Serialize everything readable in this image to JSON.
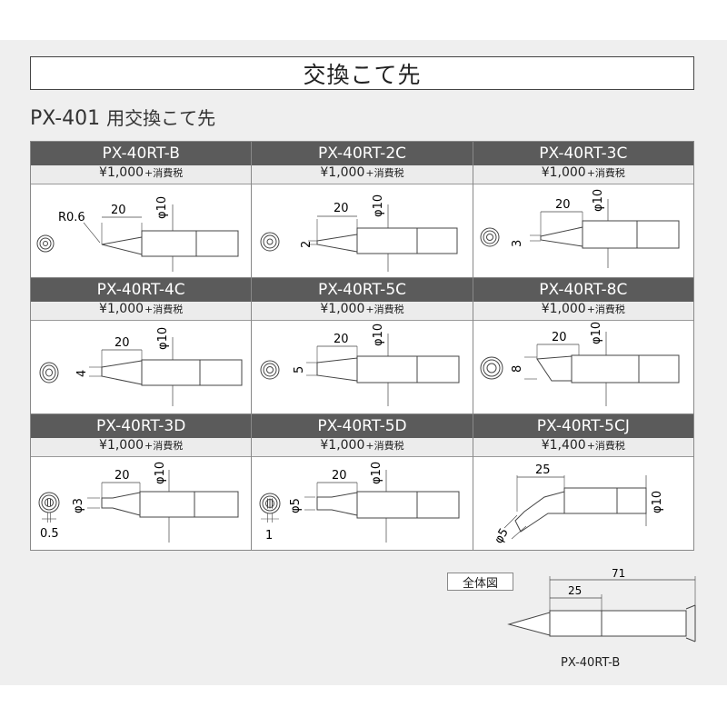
{
  "header": {
    "title": "交換こて先"
  },
  "subtitle": {
    "model": "PX-401",
    "text": "用交換こて先"
  },
  "tips": [
    {
      "name": "PX-40RT-B",
      "price": "¥1,000",
      "tax": "+消費税",
      "labels": [
        "R0.6",
        "20",
        "φ10"
      ],
      "size": ""
    },
    {
      "name": "PX-40RT-2C",
      "price": "¥1,000",
      "tax": "+消費税",
      "labels": [
        "20",
        "φ10"
      ],
      "size": "2"
    },
    {
      "name": "PX-40RT-3C",
      "price": "¥1,000",
      "tax": "+消費税",
      "labels": [
        "20",
        "φ10"
      ],
      "size": "3"
    },
    {
      "name": "PX-40RT-4C",
      "price": "¥1,000",
      "tax": "+消費税",
      "labels": [
        "20",
        "φ10"
      ],
      "size": "4"
    },
    {
      "name": "PX-40RT-5C",
      "price": "¥1,000",
      "tax": "+消費税",
      "labels": [
        "20",
        "φ10"
      ],
      "size": "5"
    },
    {
      "name": "PX-40RT-8C",
      "price": "¥1,000",
      "tax": "+消費税",
      "labels": [
        "20",
        "φ10"
      ],
      "size": "8"
    },
    {
      "name": "PX-40RT-3D",
      "price": "¥1,000",
      "tax": "+消費税",
      "labels": [
        "20",
        "φ10",
        "φ3"
      ],
      "size": "0.5"
    },
    {
      "name": "PX-40RT-5D",
      "price": "¥1,000",
      "tax": "+消費税",
      "labels": [
        "20",
        "φ10",
        "φ5"
      ],
      "size": "1"
    },
    {
      "name": "PX-40RT-5CJ",
      "price": "¥1,400",
      "tax": "+消費税",
      "labels": [
        "25",
        "φ10",
        "φ5"
      ],
      "size": ""
    }
  ],
  "overall": {
    "label": "全体図",
    "dim_total": "71",
    "dim_tip": "25",
    "model": "PX-40RT-B"
  }
}
